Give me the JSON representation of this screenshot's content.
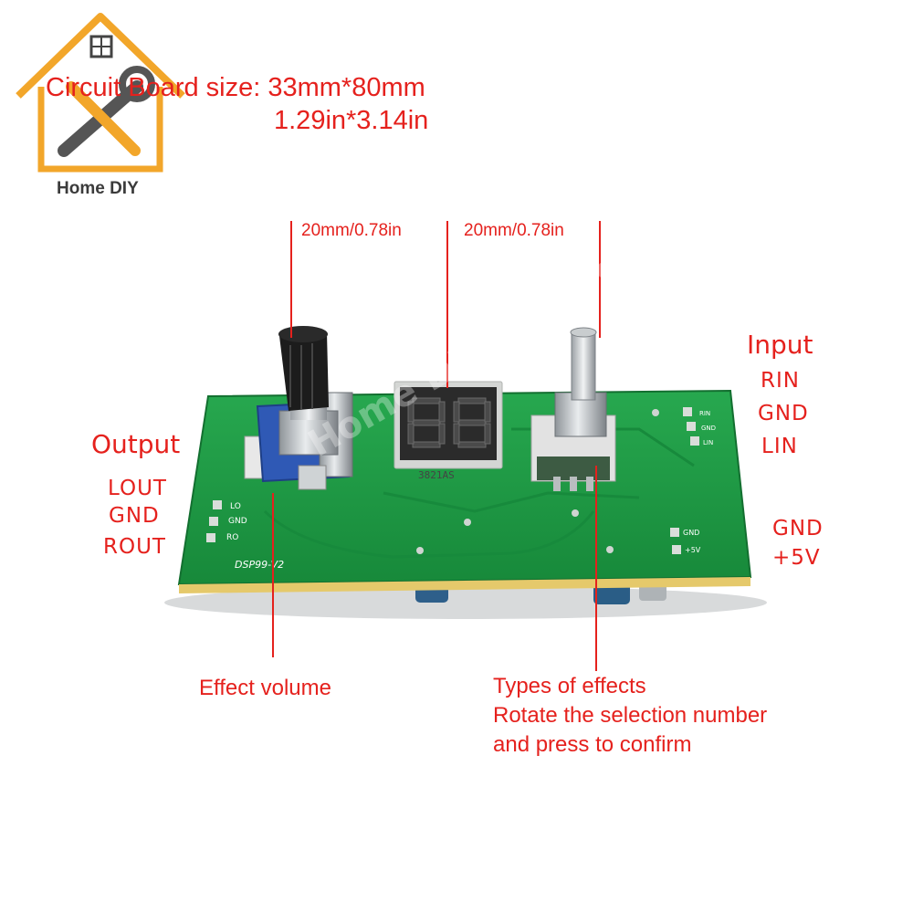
{
  "brand": {
    "logo_text": "Home DIY",
    "watermark": "Home DIY Tools Store"
  },
  "board": {
    "size_line1": "Circuit Board size: 33mm*80mm",
    "size_line2": "1.29in*3.14in",
    "silk_model": "DSP99-V2",
    "display_chip": "3821AS",
    "silk_out_lo": "LO",
    "silk_out_gnd": "GND",
    "silk_out_ro": "RO",
    "silk_in_rin": "RIN",
    "silk_in_gnd": "GND",
    "silk_in_lin": "LIN",
    "silk_pwr_gnd": "GND",
    "silk_pwr_5v": "+5V",
    "pcb_color": "#1e9a45"
  },
  "dimensions": {
    "left": "20mm/0.78in",
    "right": "20mm/0.78in"
  },
  "output": {
    "title": "Output",
    "pins": [
      "LOUT",
      "GND",
      "ROUT"
    ]
  },
  "input": {
    "title": "Input",
    "pins": [
      "RIN",
      "GND",
      "LIN"
    ]
  },
  "power": {
    "pins": [
      "GND",
      "+5V"
    ]
  },
  "callouts": {
    "left_knob": "Effect volume",
    "right_knob_lines": [
      "Types of effects",
      "Rotate the selection number",
      "and press to confirm"
    ]
  },
  "accent_color": "#e5211d"
}
